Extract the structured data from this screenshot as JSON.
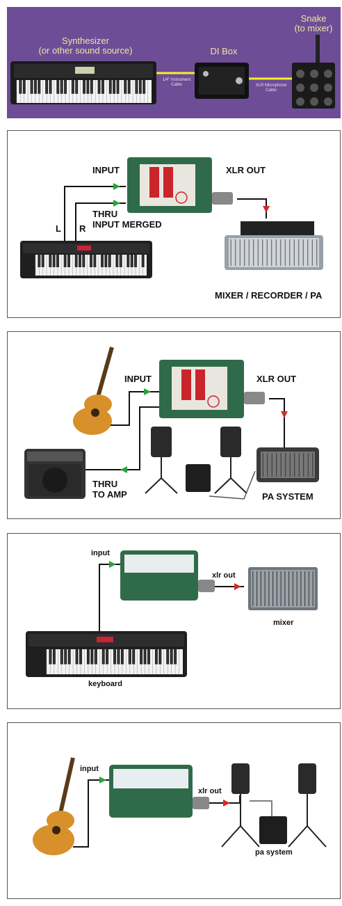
{
  "panel1": {
    "synth_label": "Synthesizer\n(or other sound source)",
    "di_label": "DI Box",
    "snake_label": "Snake\n(to mixer)",
    "inst_cable": "1/4\" Instrument\nCable",
    "xlr_cable": "XLR Microphone\nCable"
  },
  "panel2": {
    "input": "INPUT",
    "xlr_out": "XLR OUT",
    "thru": "THRU\nINPUT MERGED",
    "l": "L",
    "r": "R",
    "dest": "MIXER / RECORDER / PA"
  },
  "panel3": {
    "input": "INPUT",
    "xlr_out": "XLR OUT",
    "thru": "THRU\nTO AMP",
    "dest": "PA SYSTEM"
  },
  "panel4": {
    "input": "input",
    "xlr_out": "xlr out",
    "mixer": "mixer",
    "keyboard": "keyboard"
  },
  "panel5": {
    "input": "input",
    "xlr_out": "xlr out",
    "pa": "pa system"
  },
  "colors": {
    "purple": "#6d4d96",
    "cable_yellow": "#f5ef2a",
    "arrow_green": "#2aa33a",
    "arrow_red": "#d42a2a",
    "di_green": "#2f6b4a"
  }
}
